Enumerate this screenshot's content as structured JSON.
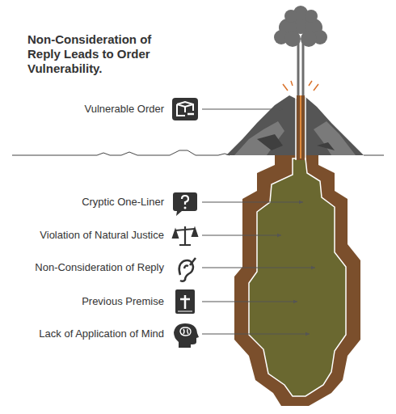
{
  "diagram": {
    "title": "Non-Consideration of Reply Leads to Order Vulnerability.",
    "labels": [
      "Vulnerable Order",
      "Cryptic One-Liner",
      "Violation of Natural Justice",
      "Non-Consideration of Reply",
      "Previous Premise",
      "Lack of Application of Mind"
    ]
  }
}
